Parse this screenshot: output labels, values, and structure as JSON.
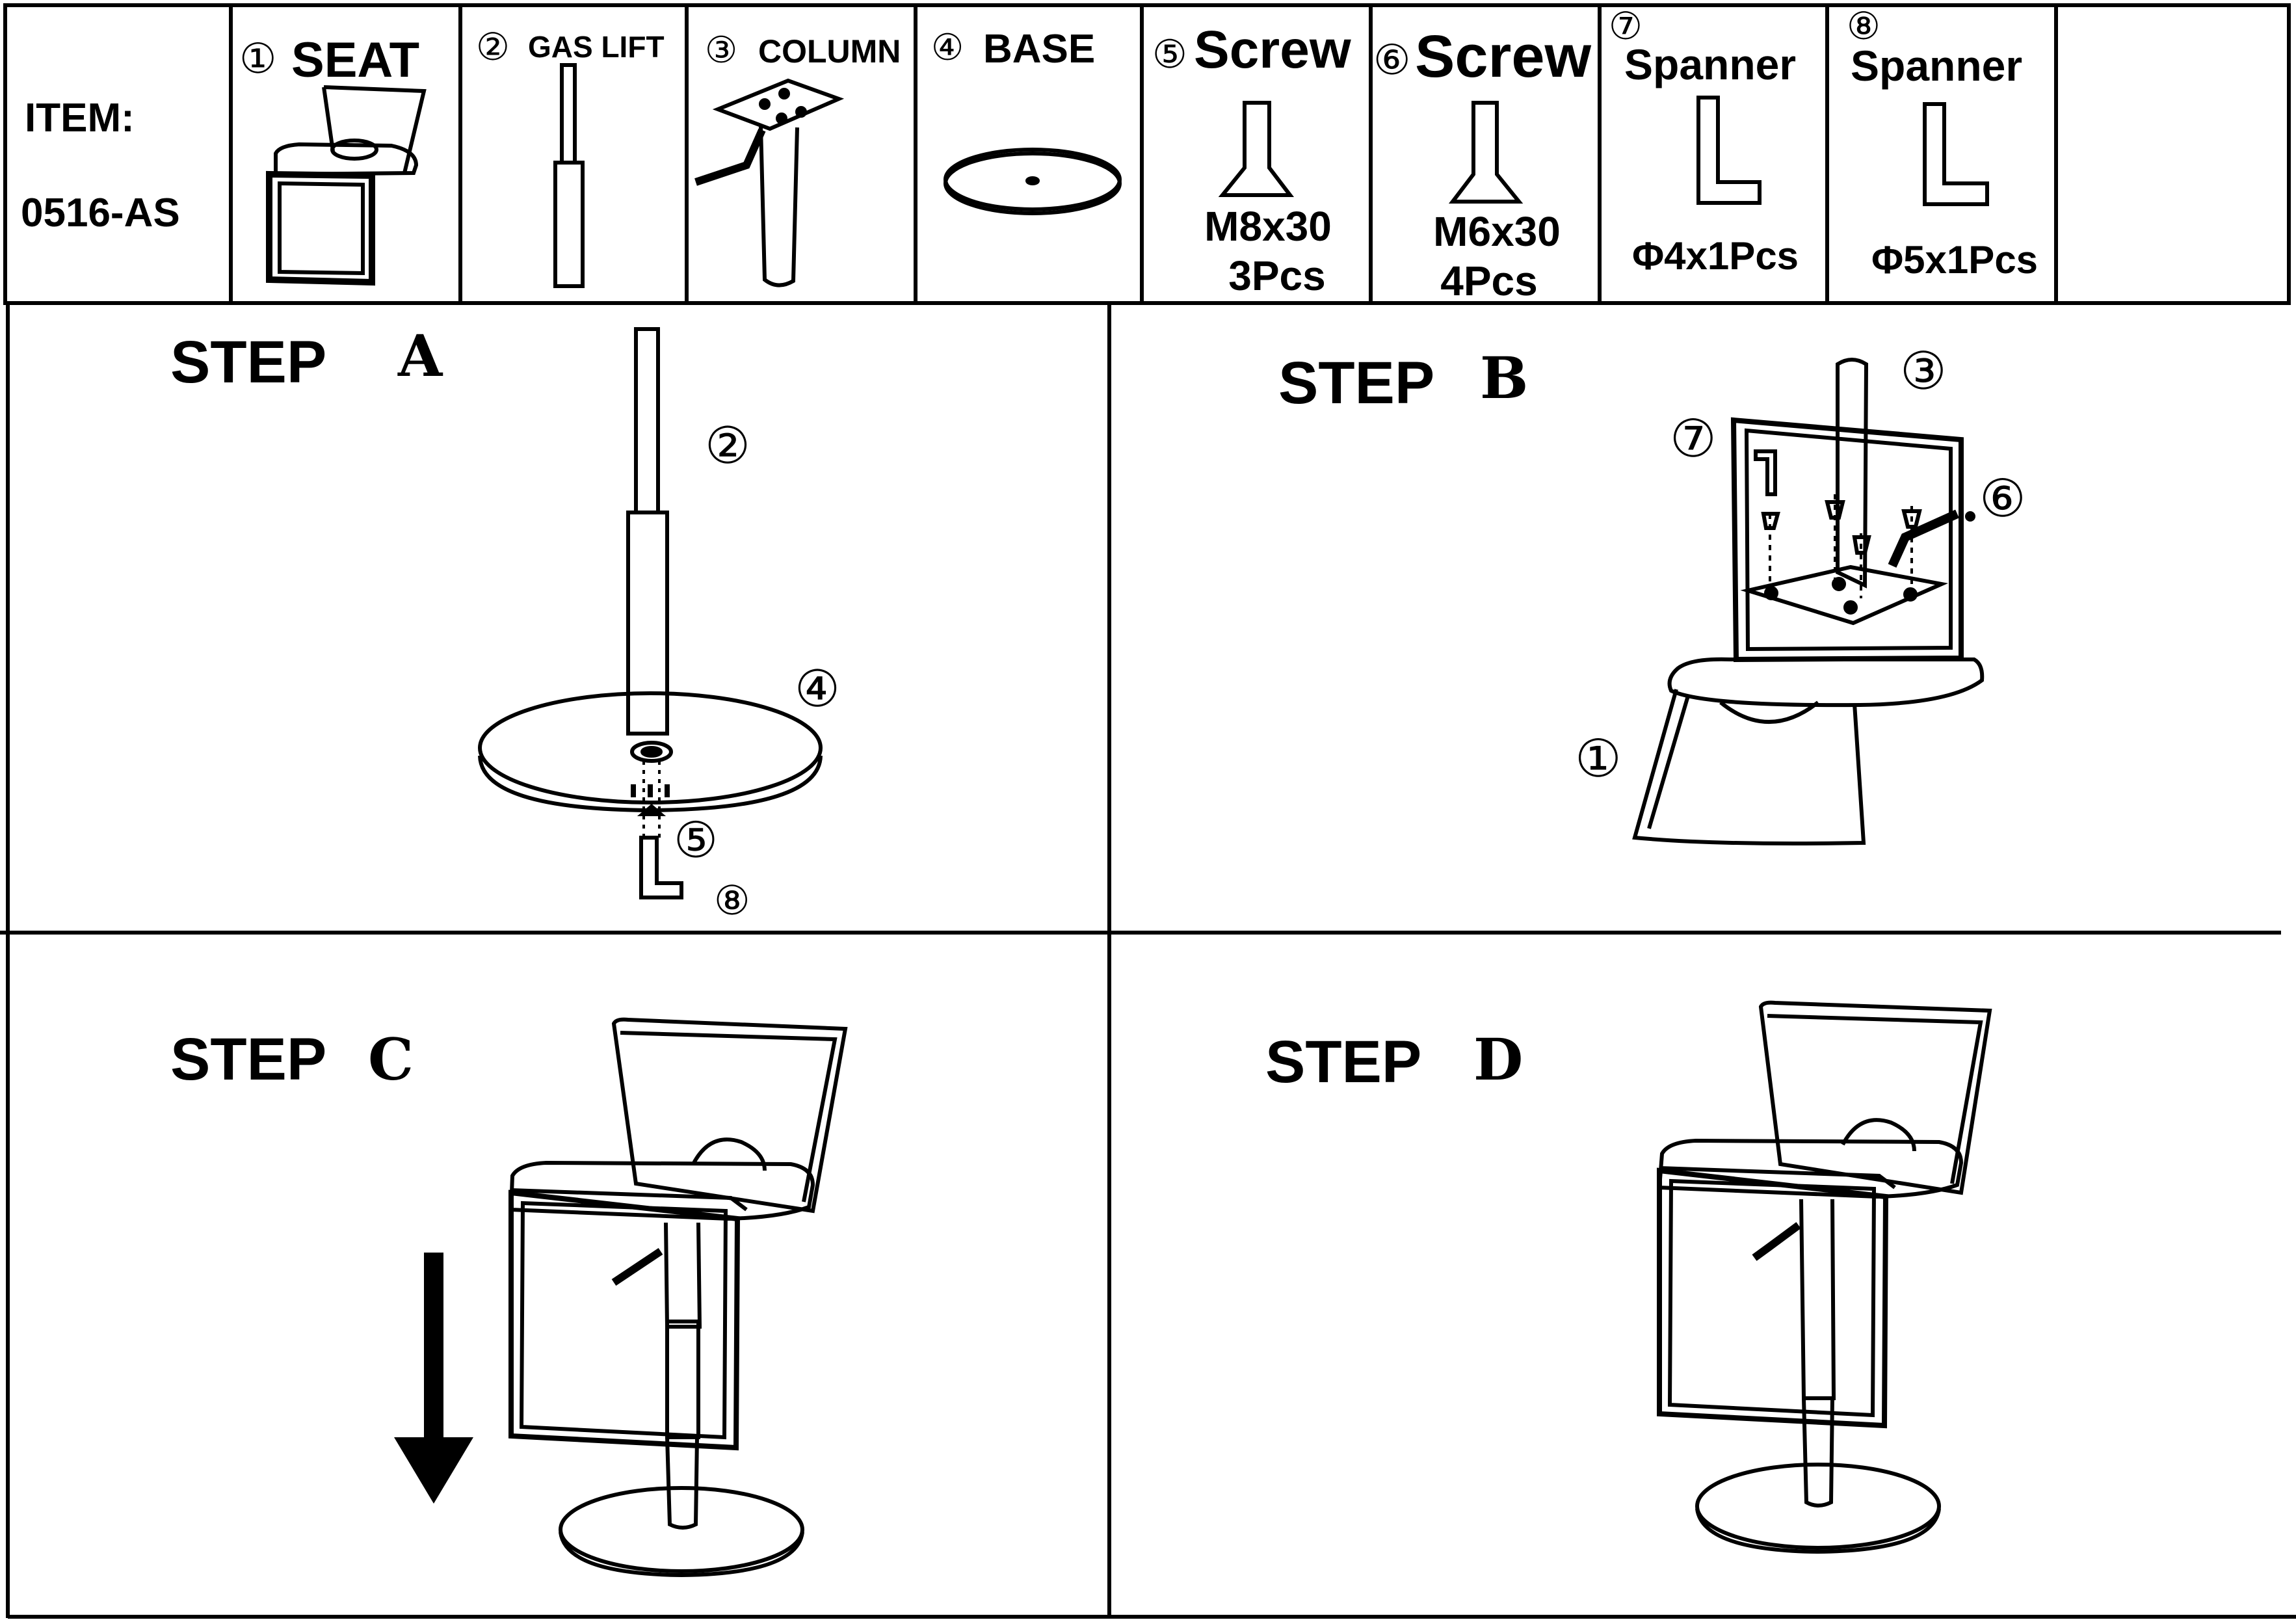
{
  "header": {
    "item_label": "ITEM:",
    "item_code": "0516-AS"
  },
  "parts": [
    {
      "num": "①",
      "name": "SEAT",
      "spec": "",
      "qty": ""
    },
    {
      "num": "②",
      "name": "GAS LIFT",
      "spec": "",
      "qty": ""
    },
    {
      "num": "③",
      "name": "COLUMN",
      "spec": "",
      "qty": ""
    },
    {
      "num": "④",
      "name": "BASE",
      "spec": "",
      "qty": ""
    },
    {
      "num": "⑤",
      "name": "Screw",
      "spec": "M8x30",
      "qty": "3Pcs"
    },
    {
      "num": "⑥",
      "name": "Screw",
      "spec": "M6x30",
      "qty": "4Pcs"
    },
    {
      "num": "⑦",
      "name": "Spanner",
      "spec": "Φ4x1Pcs",
      "qty": ""
    },
    {
      "num": "⑧",
      "name": "Spanner",
      "spec": "Φ5x1Pcs",
      "qty": ""
    }
  ],
  "steps": {
    "a": {
      "word": "STEP",
      "letter": "A",
      "callouts": [
        "②",
        "④",
        "⑤",
        "⑧"
      ]
    },
    "b": {
      "word": "STEP",
      "letter": "B",
      "callouts": [
        "③",
        "⑦",
        "⑥",
        "①"
      ]
    },
    "c": {
      "word": "STEP",
      "letter": "C"
    },
    "d": {
      "word": "STEP",
      "letter": "D"
    }
  },
  "colors": {
    "line": "#000000",
    "background": "#ffffff"
  }
}
